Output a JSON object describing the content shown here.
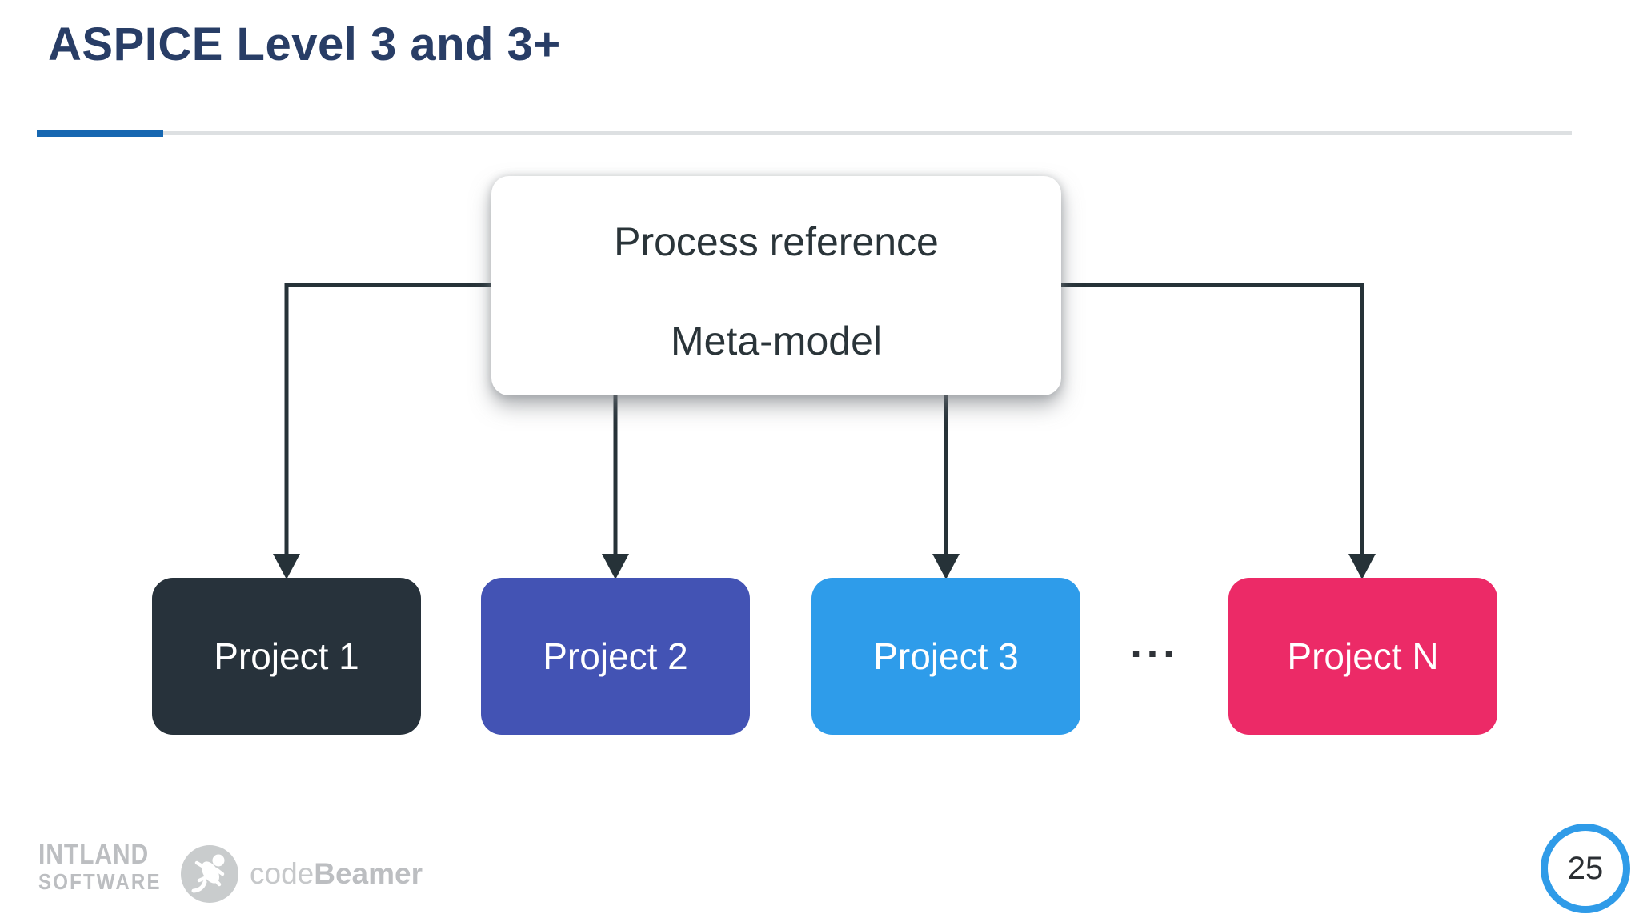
{
  "slide": {
    "title": "ASPICE Level 3 and 3+",
    "page_number": "25"
  },
  "diagram": {
    "root_box": {
      "line1": "Process reference",
      "line2": "Meta-model"
    },
    "projects": [
      {
        "label": "Project 1",
        "color": "#27323B"
      },
      {
        "label": "Project 2",
        "color": "#4353B4"
      },
      {
        "label": "Project 3",
        "color": "#2E9CEA"
      },
      {
        "label": "Project N",
        "color": "#EC2A67"
      }
    ],
    "ellipsis": "..."
  },
  "footer": {
    "company_line1": "INTLAND",
    "company_line2": "SOFTWARE",
    "product_regular": "code",
    "product_bold": "Beamer",
    "product_icon": "gecko-icon"
  },
  "colors": {
    "background": "#FFFFFF",
    "title": "#283D66",
    "divider_blue": "#1667B1",
    "divider_gray": "#DDE0E2",
    "arrow": "#263238",
    "root_box_text": "#2A3439",
    "project_text": "#FFFFFF",
    "ellipsis": "#2F3338",
    "footer_gray": "#BCBEC1",
    "page_ring": "#2F9BE8",
    "page_text": "#2B2F33"
  }
}
